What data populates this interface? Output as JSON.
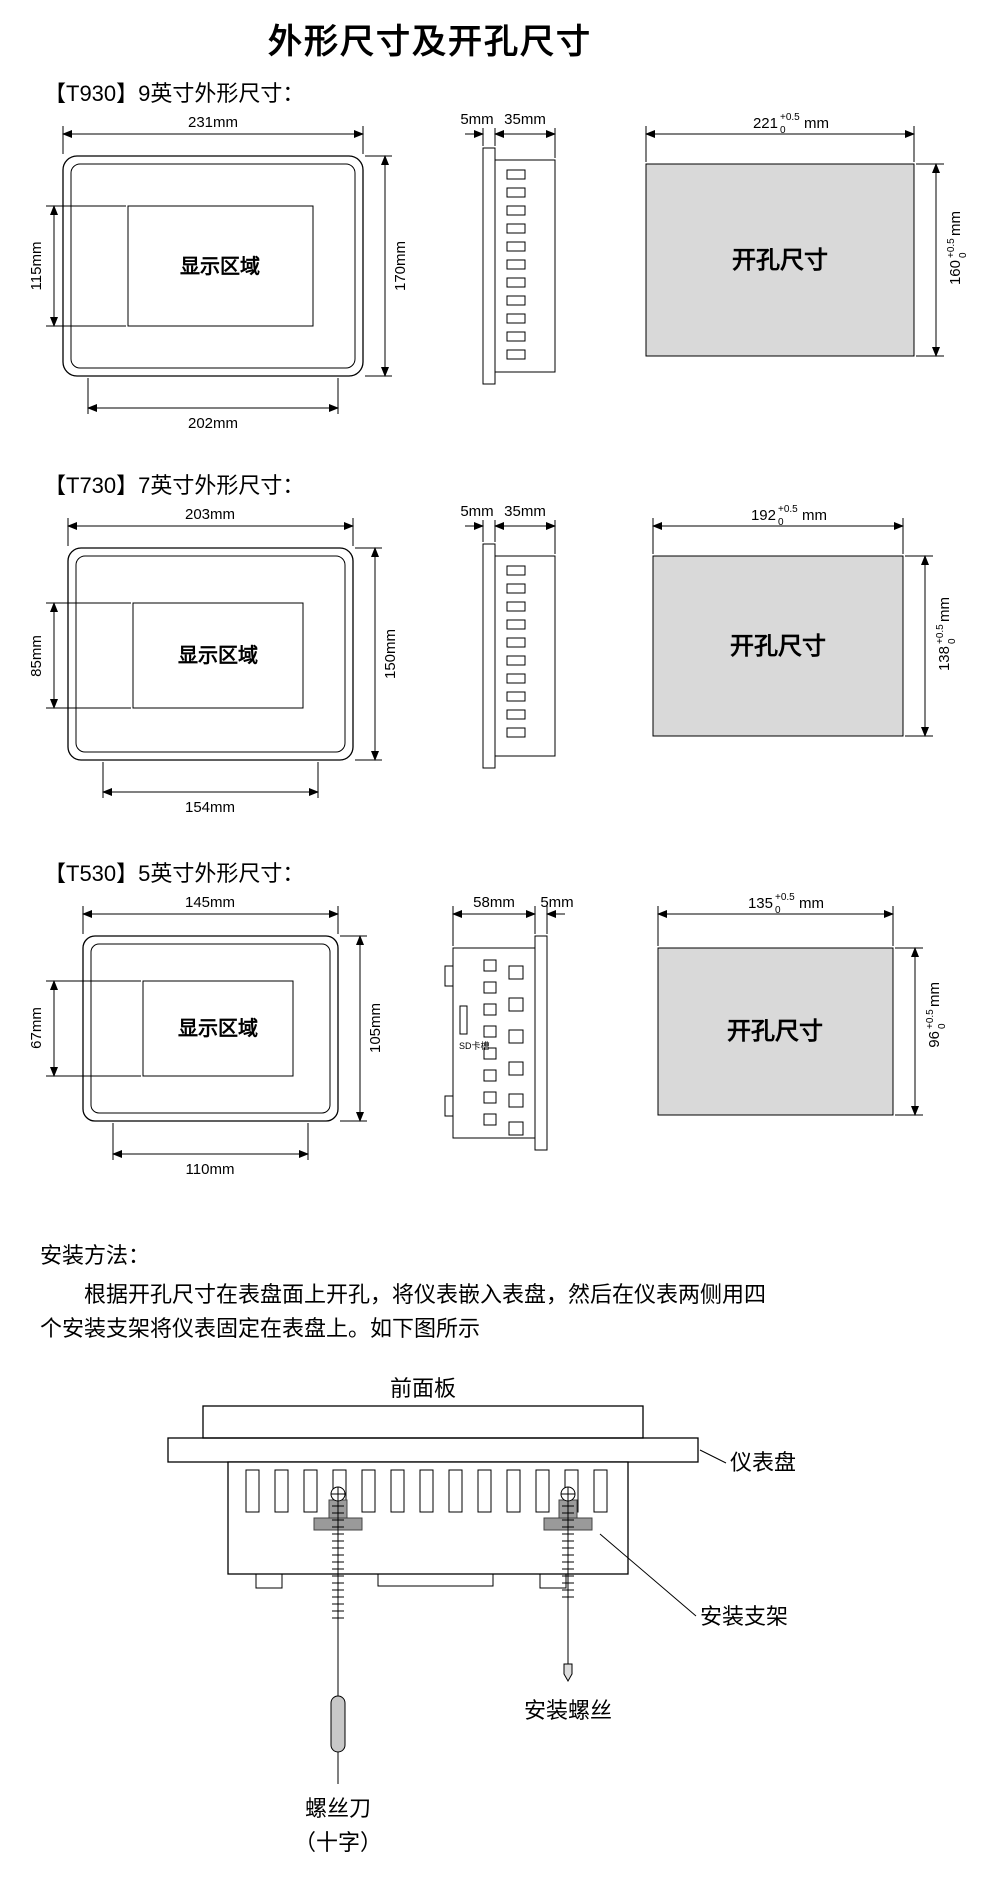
{
  "title": "外形尺寸及开孔尺寸",
  "sections": [
    {
      "heading": "【T930】9英寸外形尺寸：",
      "front": {
        "top": "231mm",
        "bottom": "202mm",
        "left": "115mm",
        "right": "170mm",
        "display": "显示区域"
      },
      "side": {
        "a": "5mm",
        "b": "35mm"
      },
      "cutout": {
        "label": "开孔尺寸",
        "w": "221",
        "w_sup": "+0.5",
        "w_sub": "0",
        "w_unit": "mm",
        "h": "160",
        "h_sup": "+0.5",
        "h_sub": "0",
        "h_unit": "mm"
      }
    },
    {
      "heading": "【T730】7英寸外形尺寸：",
      "front": {
        "top": "203mm",
        "bottom": "154mm",
        "left": "85mm",
        "right": "150mm",
        "display": "显示区域"
      },
      "side": {
        "a": "5mm",
        "b": "35mm"
      },
      "cutout": {
        "label": "开孔尺寸",
        "w": "192",
        "w_sup": "+0.5",
        "w_sub": "0",
        "w_unit": "mm",
        "h": "138",
        "h_sup": "+0.5",
        "h_sub": "0",
        "h_unit": "mm"
      }
    },
    {
      "heading": "【T530】5英寸外形尺寸：",
      "front": {
        "top": "145mm",
        "bottom": "110mm",
        "left": "67mm",
        "right": "105mm",
        "display": "显示区域"
      },
      "side": {
        "a": "58mm",
        "b": "5mm",
        "sd": "SD卡槽"
      },
      "cutout": {
        "label": "开孔尺寸",
        "w": "135",
        "w_sup": "+0.5",
        "w_sub": "0",
        "w_unit": "mm",
        "h": "96",
        "h_sup": "+0.5",
        "h_sub": "0",
        "h_unit": "mm"
      }
    }
  ],
  "install": {
    "heading": "安装方法：",
    "body": "根据开孔尺寸在表盘面上开孔，将仪表嵌入表盘，然后在仪表两侧用四个安装支架将仪表固定在表盘上。如下图所示",
    "labels": {
      "front_panel": "前面板",
      "panel": "仪表盘",
      "bracket": "安装支架",
      "screw": "安装螺丝",
      "driver1": "螺丝刀",
      "driver2": "（十字）"
    }
  }
}
